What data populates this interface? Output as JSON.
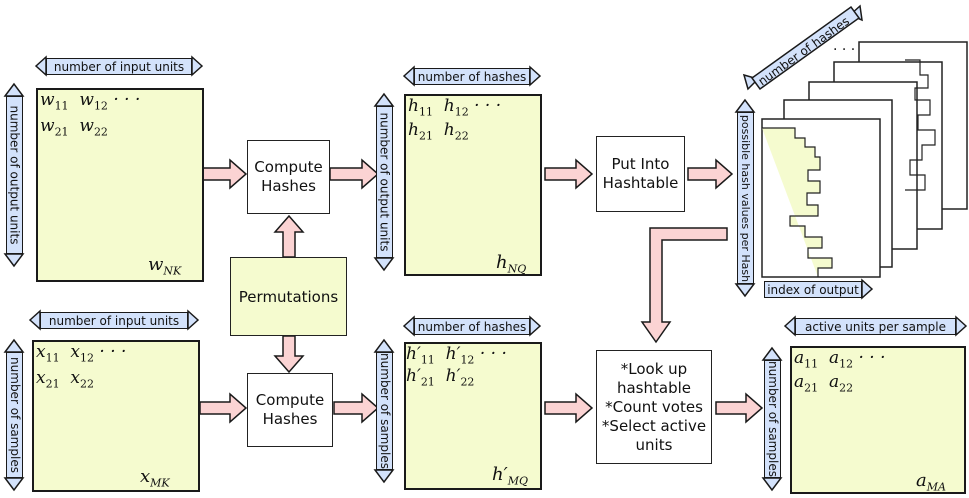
{
  "labels": {
    "input_units": "number of input units",
    "output_units": "number of output units",
    "hashes": "number of hashes",
    "samples": "number of samples",
    "hash_values": "possible hash values per Hash",
    "index_output": "index of output",
    "active_units": "active units per sample"
  },
  "boxes": {
    "compute_hashes_line1": "Compute",
    "compute_hashes_line2": "Hashes",
    "permutations": "Permutations",
    "put_into_line1": "Put Into",
    "put_into_line2": "Hashtable",
    "lookup_line1": "*Look up",
    "lookup_line2": "hashtable",
    "lookup_line3": "*Count votes",
    "lookup_line4": "*Select active",
    "lookup_line5": "units"
  },
  "matrices": {
    "w": {
      "r1": [
        "w",
        "11",
        "w",
        "12"
      ],
      "r2": [
        "w",
        "21",
        "w",
        "22"
      ],
      "corner": [
        "w",
        "NK"
      ]
    },
    "h": {
      "r1": [
        "h",
        "11",
        "h",
        "12"
      ],
      "r2": [
        "h",
        "21",
        "h",
        "22"
      ],
      "corner": [
        "h",
        "NQ"
      ]
    },
    "x": {
      "r1": [
        "x",
        "11",
        "x",
        "12"
      ],
      "r2": [
        "x",
        "21",
        "x",
        "22"
      ],
      "corner": [
        "x",
        "MK"
      ]
    },
    "hp": {
      "r1": [
        "h′",
        "11",
        "h′",
        "12"
      ],
      "r2": [
        "h′",
        "21",
        "h′",
        "22"
      ],
      "corner": [
        "h′",
        "MQ"
      ]
    },
    "a": {
      "r1": [
        "a",
        "11",
        "a",
        "12"
      ],
      "r2": [
        "a",
        "21",
        "a",
        "22"
      ],
      "corner": [
        "a",
        "MA"
      ]
    }
  },
  "colors": {
    "matrix_fill": "#f5fbcf",
    "label_fill": "#d3e2fb",
    "arrow_fill": "#fbd3d3"
  }
}
